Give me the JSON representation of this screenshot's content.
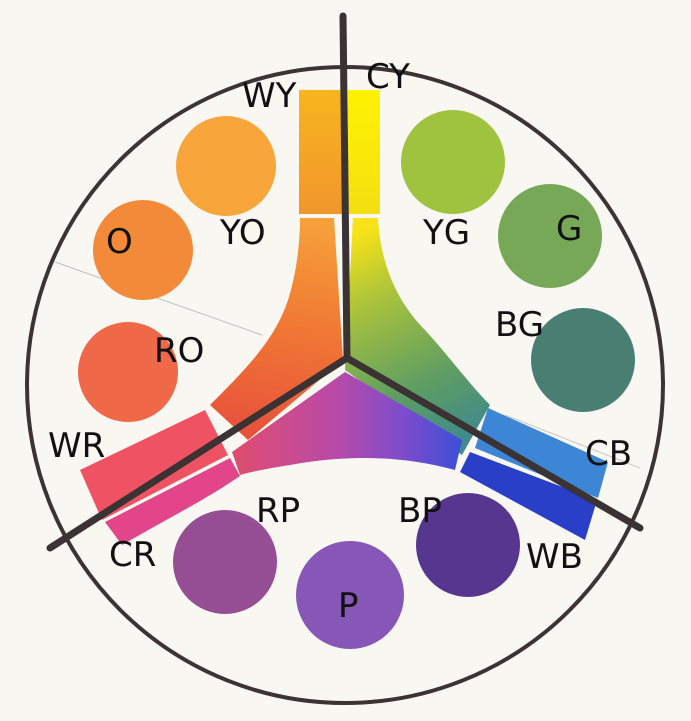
{
  "colors": {
    "paper": "#f8f7f2",
    "rim": "#3b3433",
    "divider": "#3a3233",
    "WY": "#f5b223",
    "CY": "#f8e712",
    "O": "#f28a3a",
    "YO": "#f8a63c",
    "YG": "#9fc23f",
    "G": "#76a858",
    "RO": "#ef6848",
    "BG": "#487f72",
    "WR": "#ee5263",
    "CR": "#e2458a",
    "CB": "#3d86d6",
    "WB": "#2a3fc8",
    "RP": "#954d94",
    "P": "#8657b6",
    "BP": "#56368f"
  },
  "labels": {
    "wy": "WY",
    "cy": "CY",
    "yo": "YO",
    "o": "O",
    "yg": "YG",
    "g": "G",
    "ro": "RO",
    "bg": "BG",
    "wr": "WR",
    "cr": "CR",
    "cb": "CB",
    "wb": "WB",
    "rp": "RP",
    "bp": "BP",
    "p": "P"
  }
}
